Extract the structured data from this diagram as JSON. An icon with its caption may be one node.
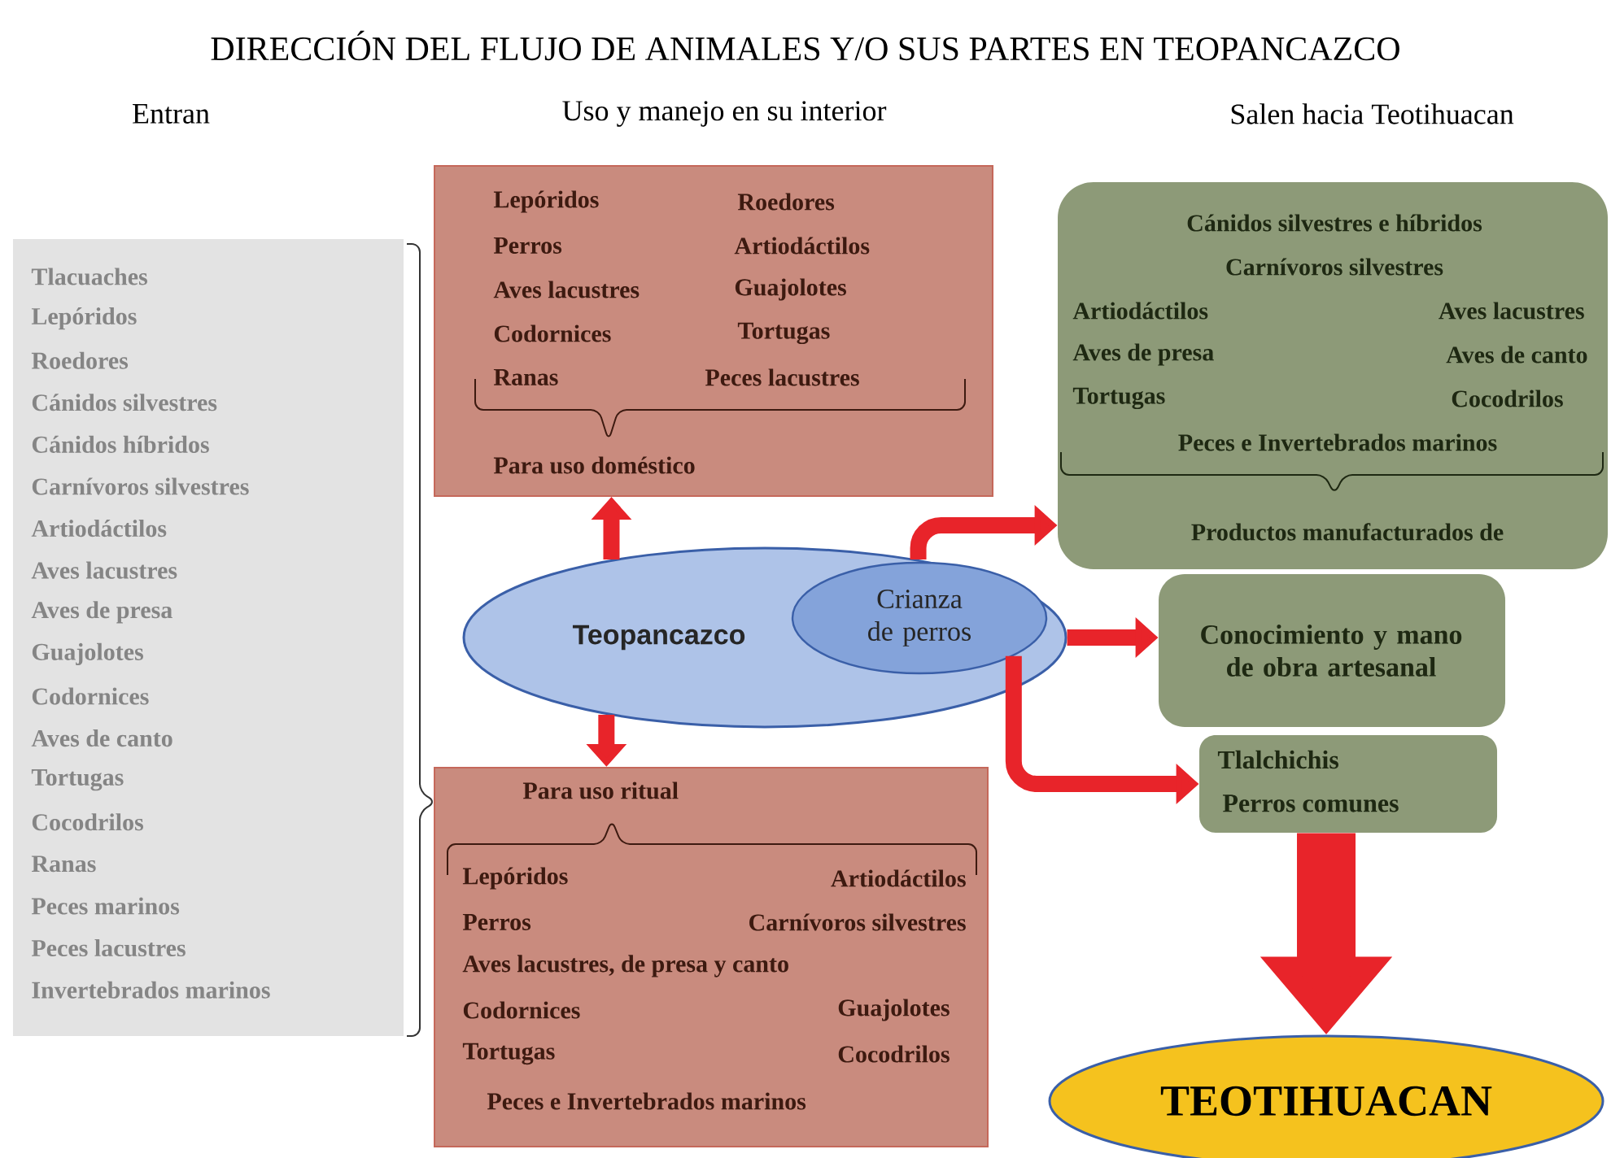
{
  "diagram": {
    "title": "DIRECCIÓN DEL FLUJO DE ANIMALES Y/O SUS PARTES EN TEOPANCAZCO",
    "nodes": [
      {
        "text": [
          "Tlacuaches",
          "Lepóridos",
          "Roedores",
          "Cánidos silvestres",
          "Cánidos híbridos",
          "Carnívoros silvestres",
          "Artiodáctilos",
          "Aves lacustres",
          "Aves de presa",
          "Guajolotes",
          "Codornices",
          "Aves de canto",
          "Tortugas",
          "Cocodrilos",
          "Ranas",
          "Peces marinos",
          "Peces lacustres",
          "Invertebrados marinos"
        ]
      },
      {
        "text": [
          "Lepóridos",
          "Roedores",
          "Perros",
          "Artiodáctilos",
          "Aves lacustres",
          "Guajolotes",
          "Codornices",
          "Tortugas",
          "Ranas",
          "Peces lacustres",
          "Para uso doméstico"
        ]
      },
      {
        "text": [
          "Teopancazco"
        ]
      },
      {
        "text": [
          "Crianza de perros"
        ],
        "in": 2
      },
      {
        "text": [
          "Para uso ritual",
          "Lepóridos",
          "Artiodáctilos",
          "Perros",
          "Carnívoros silvestres",
          "Aves lacustres, de presa y canto",
          "Codornices",
          "Guajolotes",
          "Tortugas",
          "Cocodrilos",
          "Peces e Invertebrados marinos"
        ]
      },
      {
        "text": [
          "Cánidos silvestres e híbridos",
          "Carnívoros silvestres",
          "Artiodáctilos",
          "Aves lacustres",
          "Aves de presa",
          "Aves de canto",
          "Tortugas",
          "Cocodrilos",
          "Peces e Invertebrados marinos",
          "Productos manufacturados de"
        ]
      },
      {
        "text": [
          "Conocimiento y mano de obra artesanal"
        ]
      },
      {
        "text": [
          "Tlalchichis",
          "Perros comunes"
        ]
      },
      {
        "text": [
          "TEOTIHUACAN"
        ]
      }
    ],
    "edges": [
      {
        "from": 2,
        "to": 1,
        "arrow": "to"
      },
      {
        "from": 2,
        "to": 4,
        "arrow": "to"
      },
      {
        "from": 2,
        "to": 5,
        "arrow": "to"
      },
      {
        "from": 2,
        "to": 6,
        "arrow": "to"
      },
      {
        "from": 3,
        "to": 7,
        "arrow": "to"
      },
      {
        "from": 7,
        "to": 8,
        "arrow": "to",
        "style": "thick"
      }
    ],
    "labels": [
      "Entran",
      "Uso y manejo en su interior",
      "Salen hacia Teotihuacan"
    ]
  }
}
